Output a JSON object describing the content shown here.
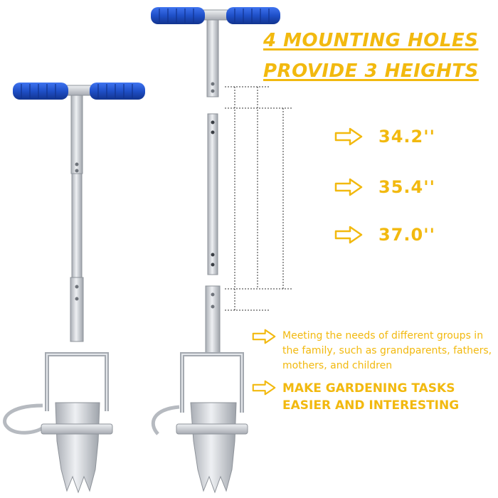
{
  "colors": {
    "accent": "#f2b90f",
    "grip_blue": "#1f4fc8",
    "metal": "#c9ccd1"
  },
  "headline": {
    "line1": "4 MOUNTING HOLES",
    "line2": "PROVIDE 3 HEIGHTS"
  },
  "heights": [
    {
      "value": "34.2''",
      "icon": "arrow-right-icon"
    },
    {
      "value": "35.4''",
      "icon": "arrow-right-icon"
    },
    {
      "value": "37.0''",
      "icon": "arrow-right-icon"
    }
  ],
  "features": [
    {
      "text": "Meeting the needs of different groups in the family, such as grandparents, fathers, mothers, and children",
      "icon": "arrow-right-icon"
    },
    {
      "text": "MAKE GARDENING TASKS EASIER AND INTERESTING",
      "icon": "arrow-right-icon"
    }
  ]
}
